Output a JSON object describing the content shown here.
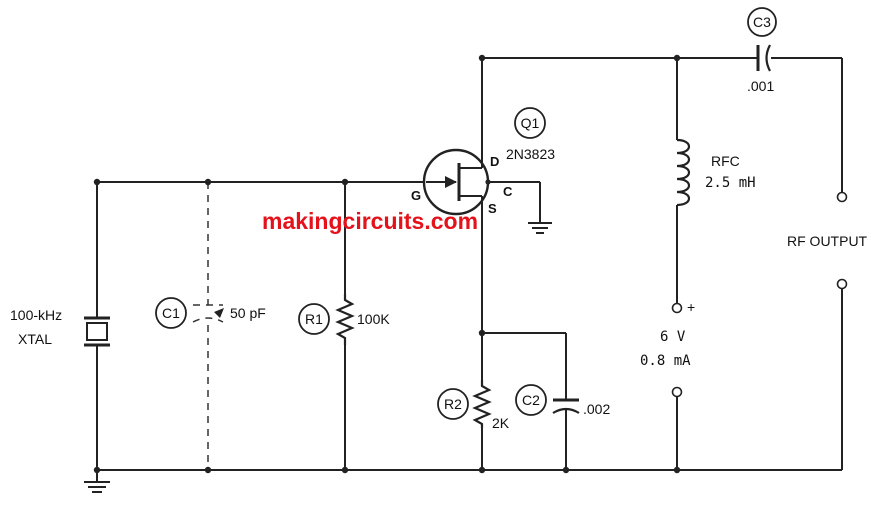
{
  "watermark": "makingcircuits.com",
  "components": {
    "xtal": {
      "label_line1": "100-kHz",
      "label_line2": "XTAL"
    },
    "c1": {
      "designator": "C1",
      "value": "50 pF"
    },
    "r1": {
      "designator": "R1",
      "value": "100K"
    },
    "q1": {
      "designator": "Q1",
      "part_number": "2N3823",
      "pin_gate": "G",
      "pin_drain": "D",
      "pin_source": "S",
      "pin_case": "C"
    },
    "r2": {
      "designator": "R2",
      "value": "2K"
    },
    "c2": {
      "designator": "C2",
      "value": ".002"
    },
    "c3": {
      "designator": "C3",
      "value": ".001"
    },
    "rfc": {
      "designator": "RFC",
      "value": "2.5 mH"
    },
    "supply": {
      "plus_sign": "+",
      "voltage": "6 V",
      "current": "0.8 mA"
    },
    "output": {
      "label": "RF OUTPUT"
    }
  },
  "colors": {
    "wires": "#222222",
    "watermark": "#e3121b",
    "background": "#ffffff"
  }
}
